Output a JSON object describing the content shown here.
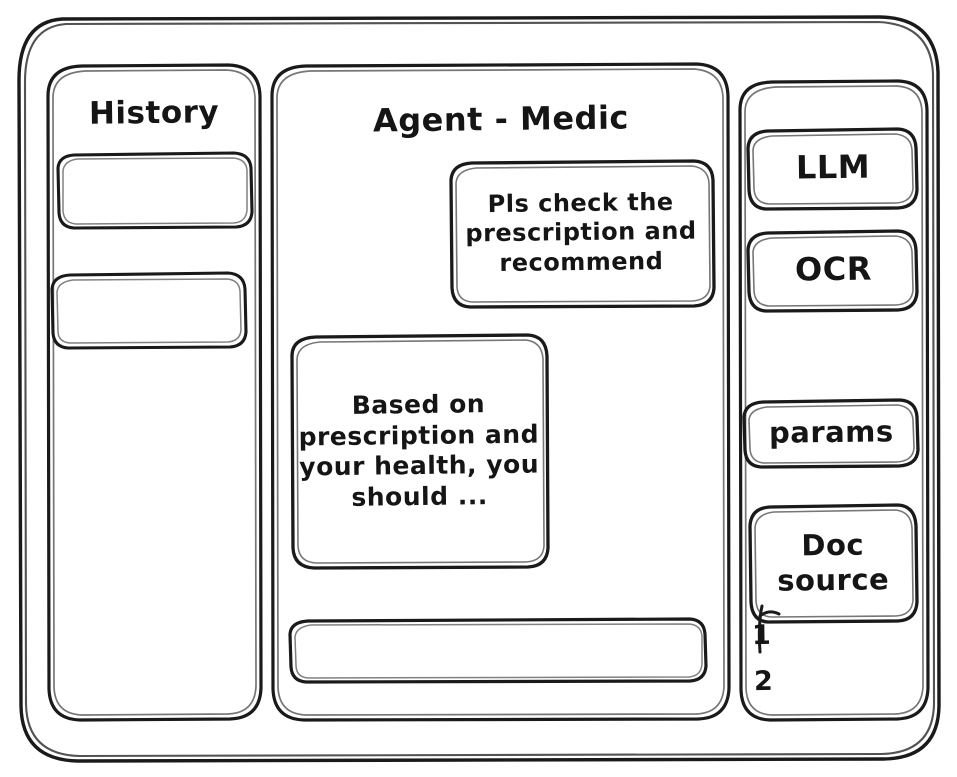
{
  "app": {
    "style": "hand-drawn-wireframe",
    "stroke_color": "#1a1a1a",
    "background_color": "#ffffff"
  },
  "sidebar_history": {
    "title": "History",
    "items": [
      {
        "label": ""
      },
      {
        "label": ""
      }
    ]
  },
  "main": {
    "title": "Agent - Medic",
    "messages": [
      {
        "role": "user",
        "align": "right",
        "text": "Pls check the prescription and recommend"
      },
      {
        "role": "assistant",
        "align": "left",
        "text": "Based on prescription and your health, you should ..."
      }
    ],
    "composer": {
      "value": "",
      "placeholder": ""
    }
  },
  "tools_panel": {
    "buttons": [
      {
        "label": "LLM"
      },
      {
        "label": "OCR"
      },
      {
        "label": "params"
      },
      {
        "label": "Doc source"
      }
    ],
    "doc_source_items": [
      {
        "label": "1"
      },
      {
        "label": "2"
      }
    ]
  }
}
